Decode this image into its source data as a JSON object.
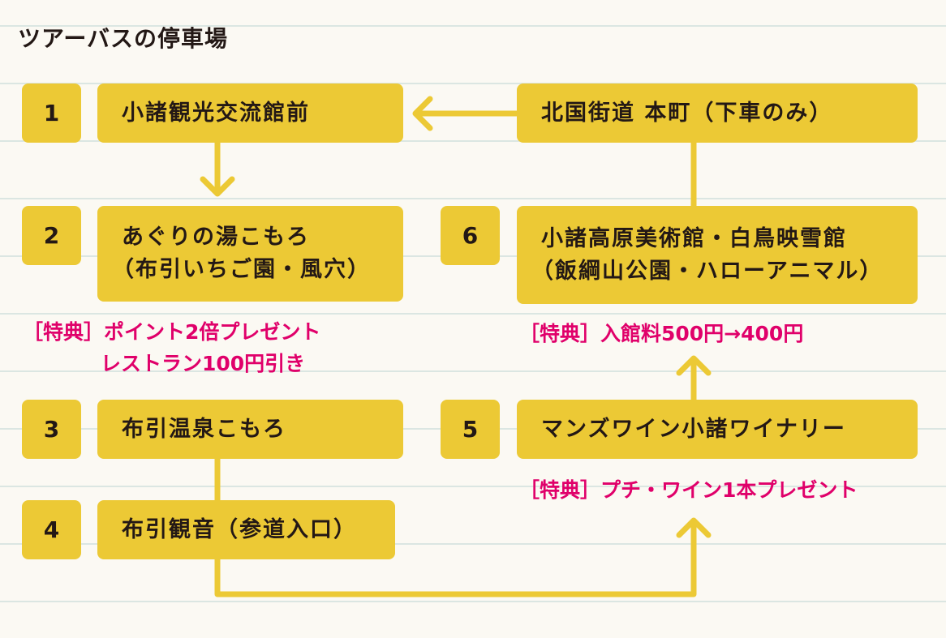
{
  "title": "ツアーバスの停車場",
  "stops": [
    {
      "number": "1",
      "lines": [
        "小諸観光交流館前"
      ]
    },
    {
      "number": "2",
      "lines": [
        "あぐりの湯こもろ",
        "（布引いちご園・風穴）"
      ],
      "perk": [
        "［特典］ポイント2倍プレゼント",
        "レストラン100円引き"
      ]
    },
    {
      "number": "3",
      "lines": [
        "布引温泉こもろ"
      ]
    },
    {
      "number": "4",
      "lines": [
        "布引観音（参道入口）"
      ]
    },
    {
      "number": "5",
      "lines": [
        "マンズワイン小諸ワイナリー"
      ],
      "perk": [
        "［特典］プチ・ワイン1本プレゼント"
      ]
    },
    {
      "number": "6",
      "lines": [
        "小諸高原美術館・白鳥映雪館",
        "（飯綱山公園・ハローアニマル）"
      ],
      "perk": [
        "［特典］入館料500円→400円"
      ]
    }
  ],
  "dropoff": {
    "label": "北国街道 本町（下車のみ）"
  },
  "colors": {
    "box": "#ecc935",
    "perk": "#e0006a",
    "line": "#ecc935"
  }
}
